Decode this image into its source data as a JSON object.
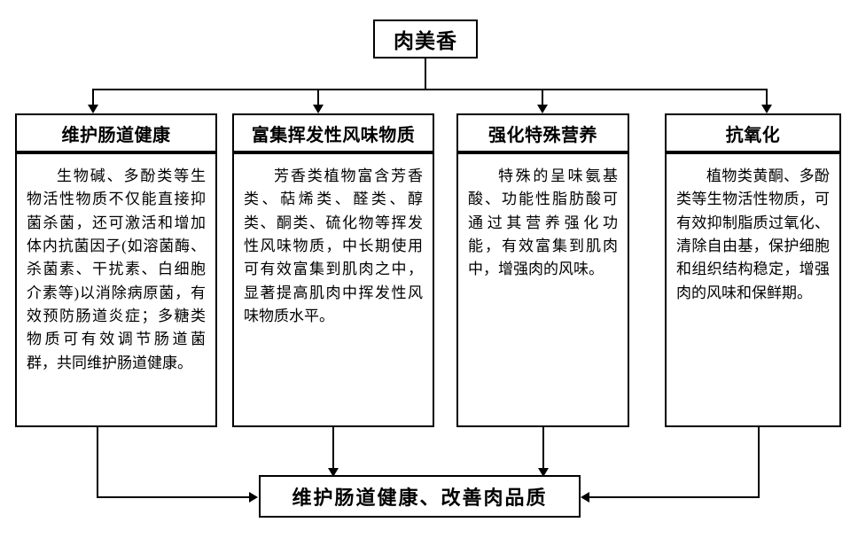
{
  "diagram": {
    "root": {
      "label": "肉美香"
    },
    "branches": [
      {
        "heading": "维护肠道健康",
        "body": "生物碱、多酚类等生物活性物质不仅能直接抑菌杀菌，还可激活和增加体内抗菌因子(如溶菌酶、杀菌素、干扰素、白细胞介素等)以消除病原菌，有效预防肠道炎症；多糖类物质可有效调节肠道菌群，共同维护肠道健康。"
      },
      {
        "heading": "富集挥发性风味物质",
        "body": "芳香类植物富含芳香类、萜烯类、醛类、醇类、酮类、硫化物等挥发性风味物质，中长期使用可有效富集到肌肉之中，显著提高肌肉中挥发性风味物质水平。"
      },
      {
        "heading": "强化特殊营养",
        "body": "特殊的呈味氨基酸、功能性脂肪酸可通过其营养强化功能，有效富集到肌肉中，增强肉的风味。"
      },
      {
        "heading": "抗氧化",
        "body": "植物类黄酮、多酚类等生物活性物质，可有效抑制脂质过氧化、清除自由基，保护细胞和组织结构稳定，增强肉的风味和保鲜期。"
      }
    ],
    "outcome": {
      "label": "维护肠道健康、改善肉品质"
    },
    "colors": {
      "stroke": "#000000",
      "background": "#ffffff",
      "text": "#000000"
    }
  }
}
